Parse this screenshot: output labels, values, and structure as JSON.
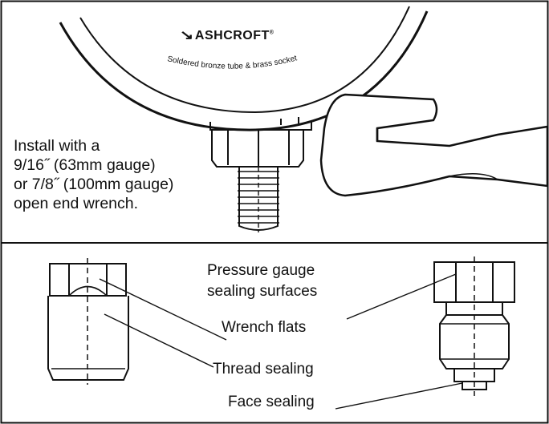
{
  "brand": {
    "name": "ASHCROFT",
    "mark": "↘",
    "registered": "®",
    "tagline": "Soldered bronze tube & brass socket"
  },
  "instructions": {
    "line1": "Install with a",
    "line2": "9/16˝ (63mm gauge)",
    "line3": "or 7/8˝ (100mm gauge)",
    "line4": "open end wrench."
  },
  "labels": {
    "sealing_line1": "Pressure gauge",
    "sealing_line2": "sealing surfaces",
    "wrench_flats": "Wrench flats",
    "thread_sealing": "Thread sealing",
    "face_sealing": "Face sealing"
  },
  "icons": {
    "gauge": "gauge-dial-icon",
    "wrench": "open-end-wrench-icon"
  },
  "colors": {
    "line": "#111111",
    "background": "#ffffff"
  }
}
